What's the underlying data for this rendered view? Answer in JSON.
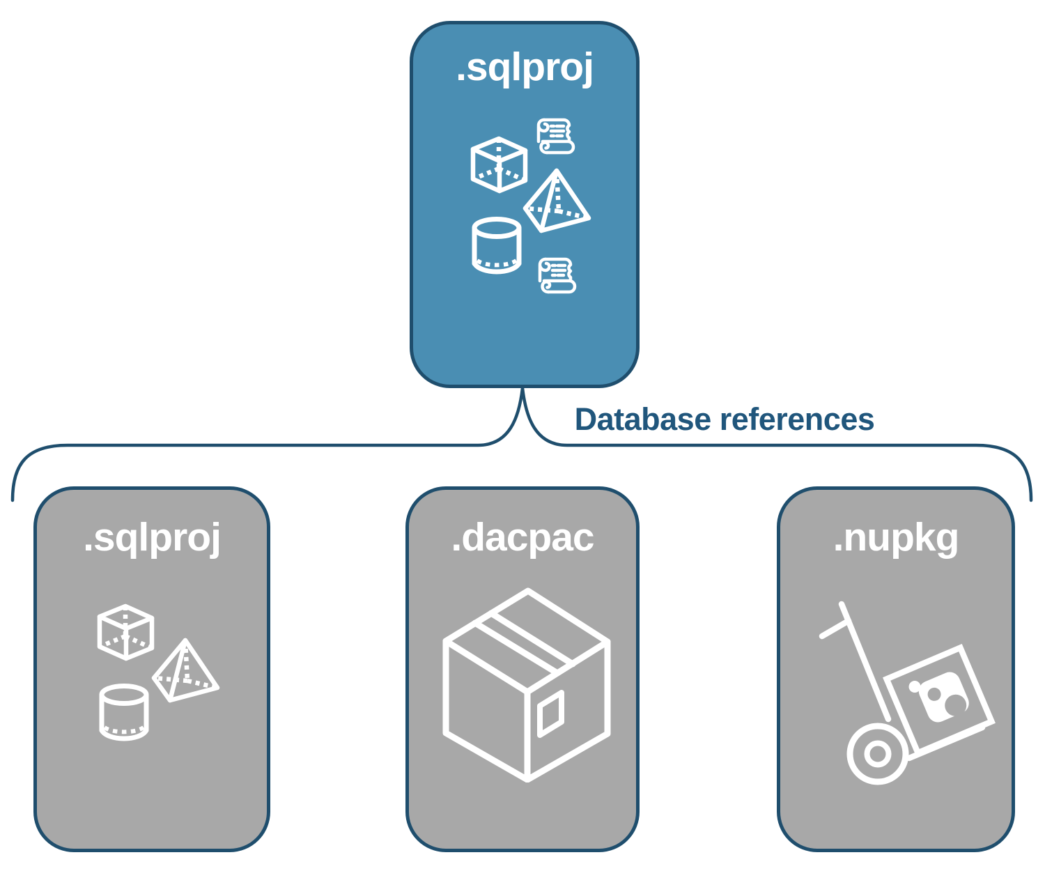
{
  "colors": {
    "primary_fill": "#4a8eb3",
    "gray_fill": "#a8a8a8",
    "node_border": "#1f4e6d",
    "connector_color": "#1f4e6d",
    "label_color": "#20567c",
    "icon_color": "#ffffff"
  },
  "root_node": {
    "label": ".sqlproj",
    "icons": [
      "scroll-icon",
      "cube-icon",
      "pyramid-icon",
      "cylinder-icon",
      "scroll-icon"
    ]
  },
  "connector_label": "Database references",
  "child_nodes": [
    {
      "label": ".sqlproj",
      "icons": [
        "cube-icon",
        "pyramid-icon",
        "cylinder-icon"
      ]
    },
    {
      "label": ".dacpac",
      "icons": [
        "package-box-icon"
      ]
    },
    {
      "label": ".nupkg",
      "icons": [
        "nuget-handtruck-icon"
      ]
    }
  ]
}
